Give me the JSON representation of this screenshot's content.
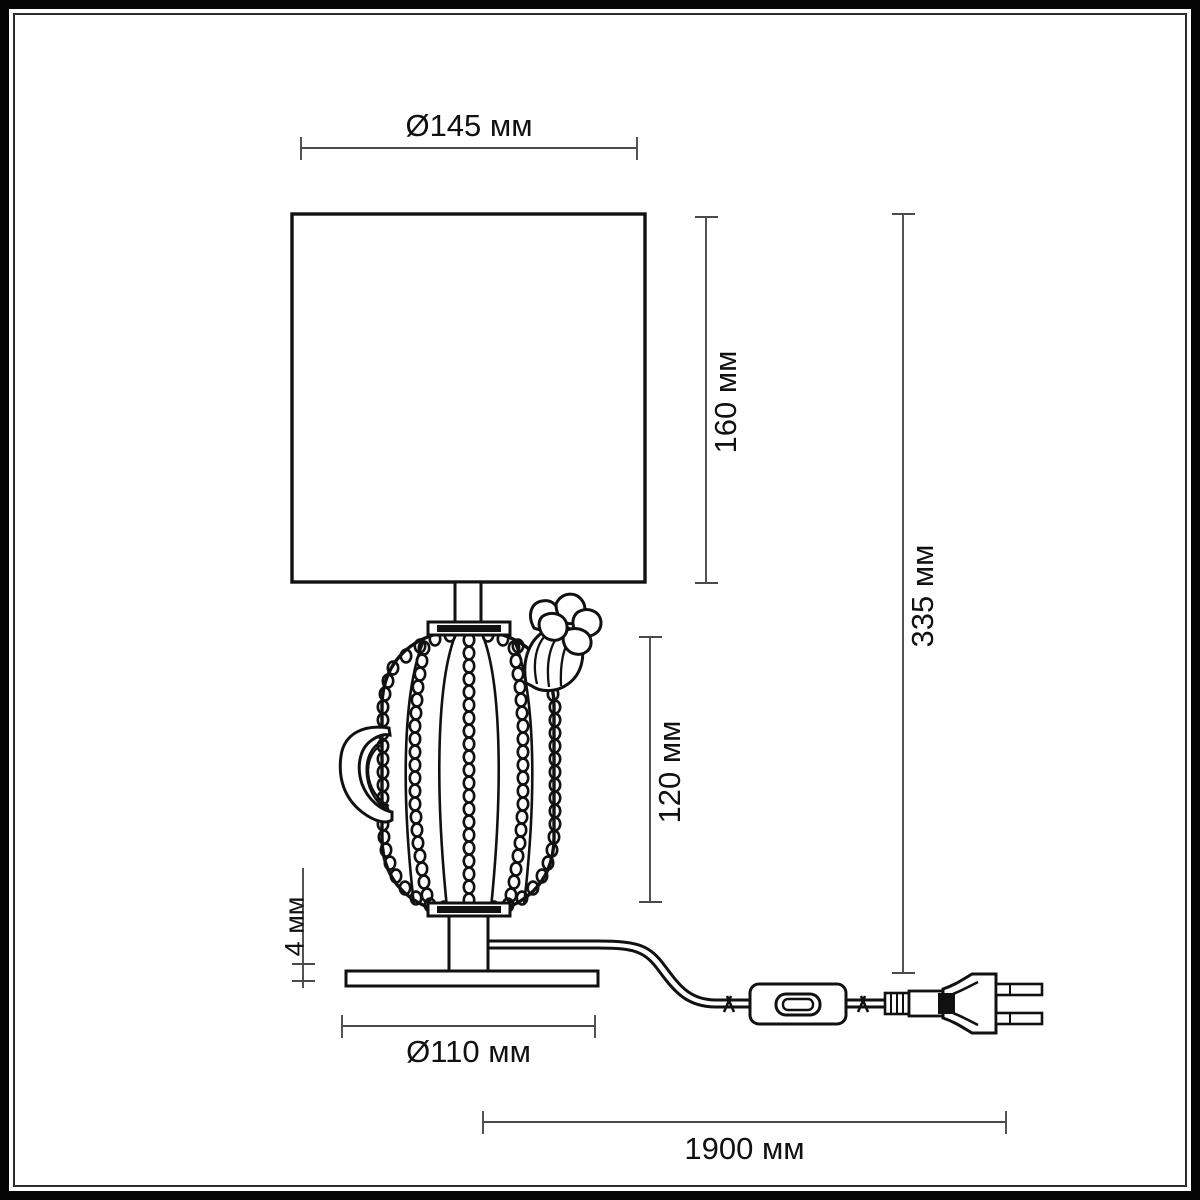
{
  "drawing": {
    "title": "Table lamp dimensional drawing",
    "units": "мм",
    "product": "cactus-table-lamp",
    "line_color": "#111111",
    "dimension_color": "#4a4a4a",
    "frame_color": "#050505",
    "background": "#ffffff"
  },
  "dimensions": {
    "shade_diameter": "Ø145 мм",
    "shade_height": "160 мм",
    "total_height": "335 мм",
    "body_height": "120 мм",
    "base_thickness": "4 мм",
    "base_diameter": "Ø110 мм",
    "cord_length": "1900 мм"
  },
  "parts": {
    "shade": "cylindrical-lamp-shade",
    "stem": "lamp-stem",
    "body": "cactus-glass-body",
    "arm": "cactus-left-arm",
    "flower": "cactus-flower-bud",
    "base": "round-base-plate",
    "cord": "power-cord",
    "switch": "inline-rocker-switch",
    "plug": "europlug-two-pin"
  }
}
